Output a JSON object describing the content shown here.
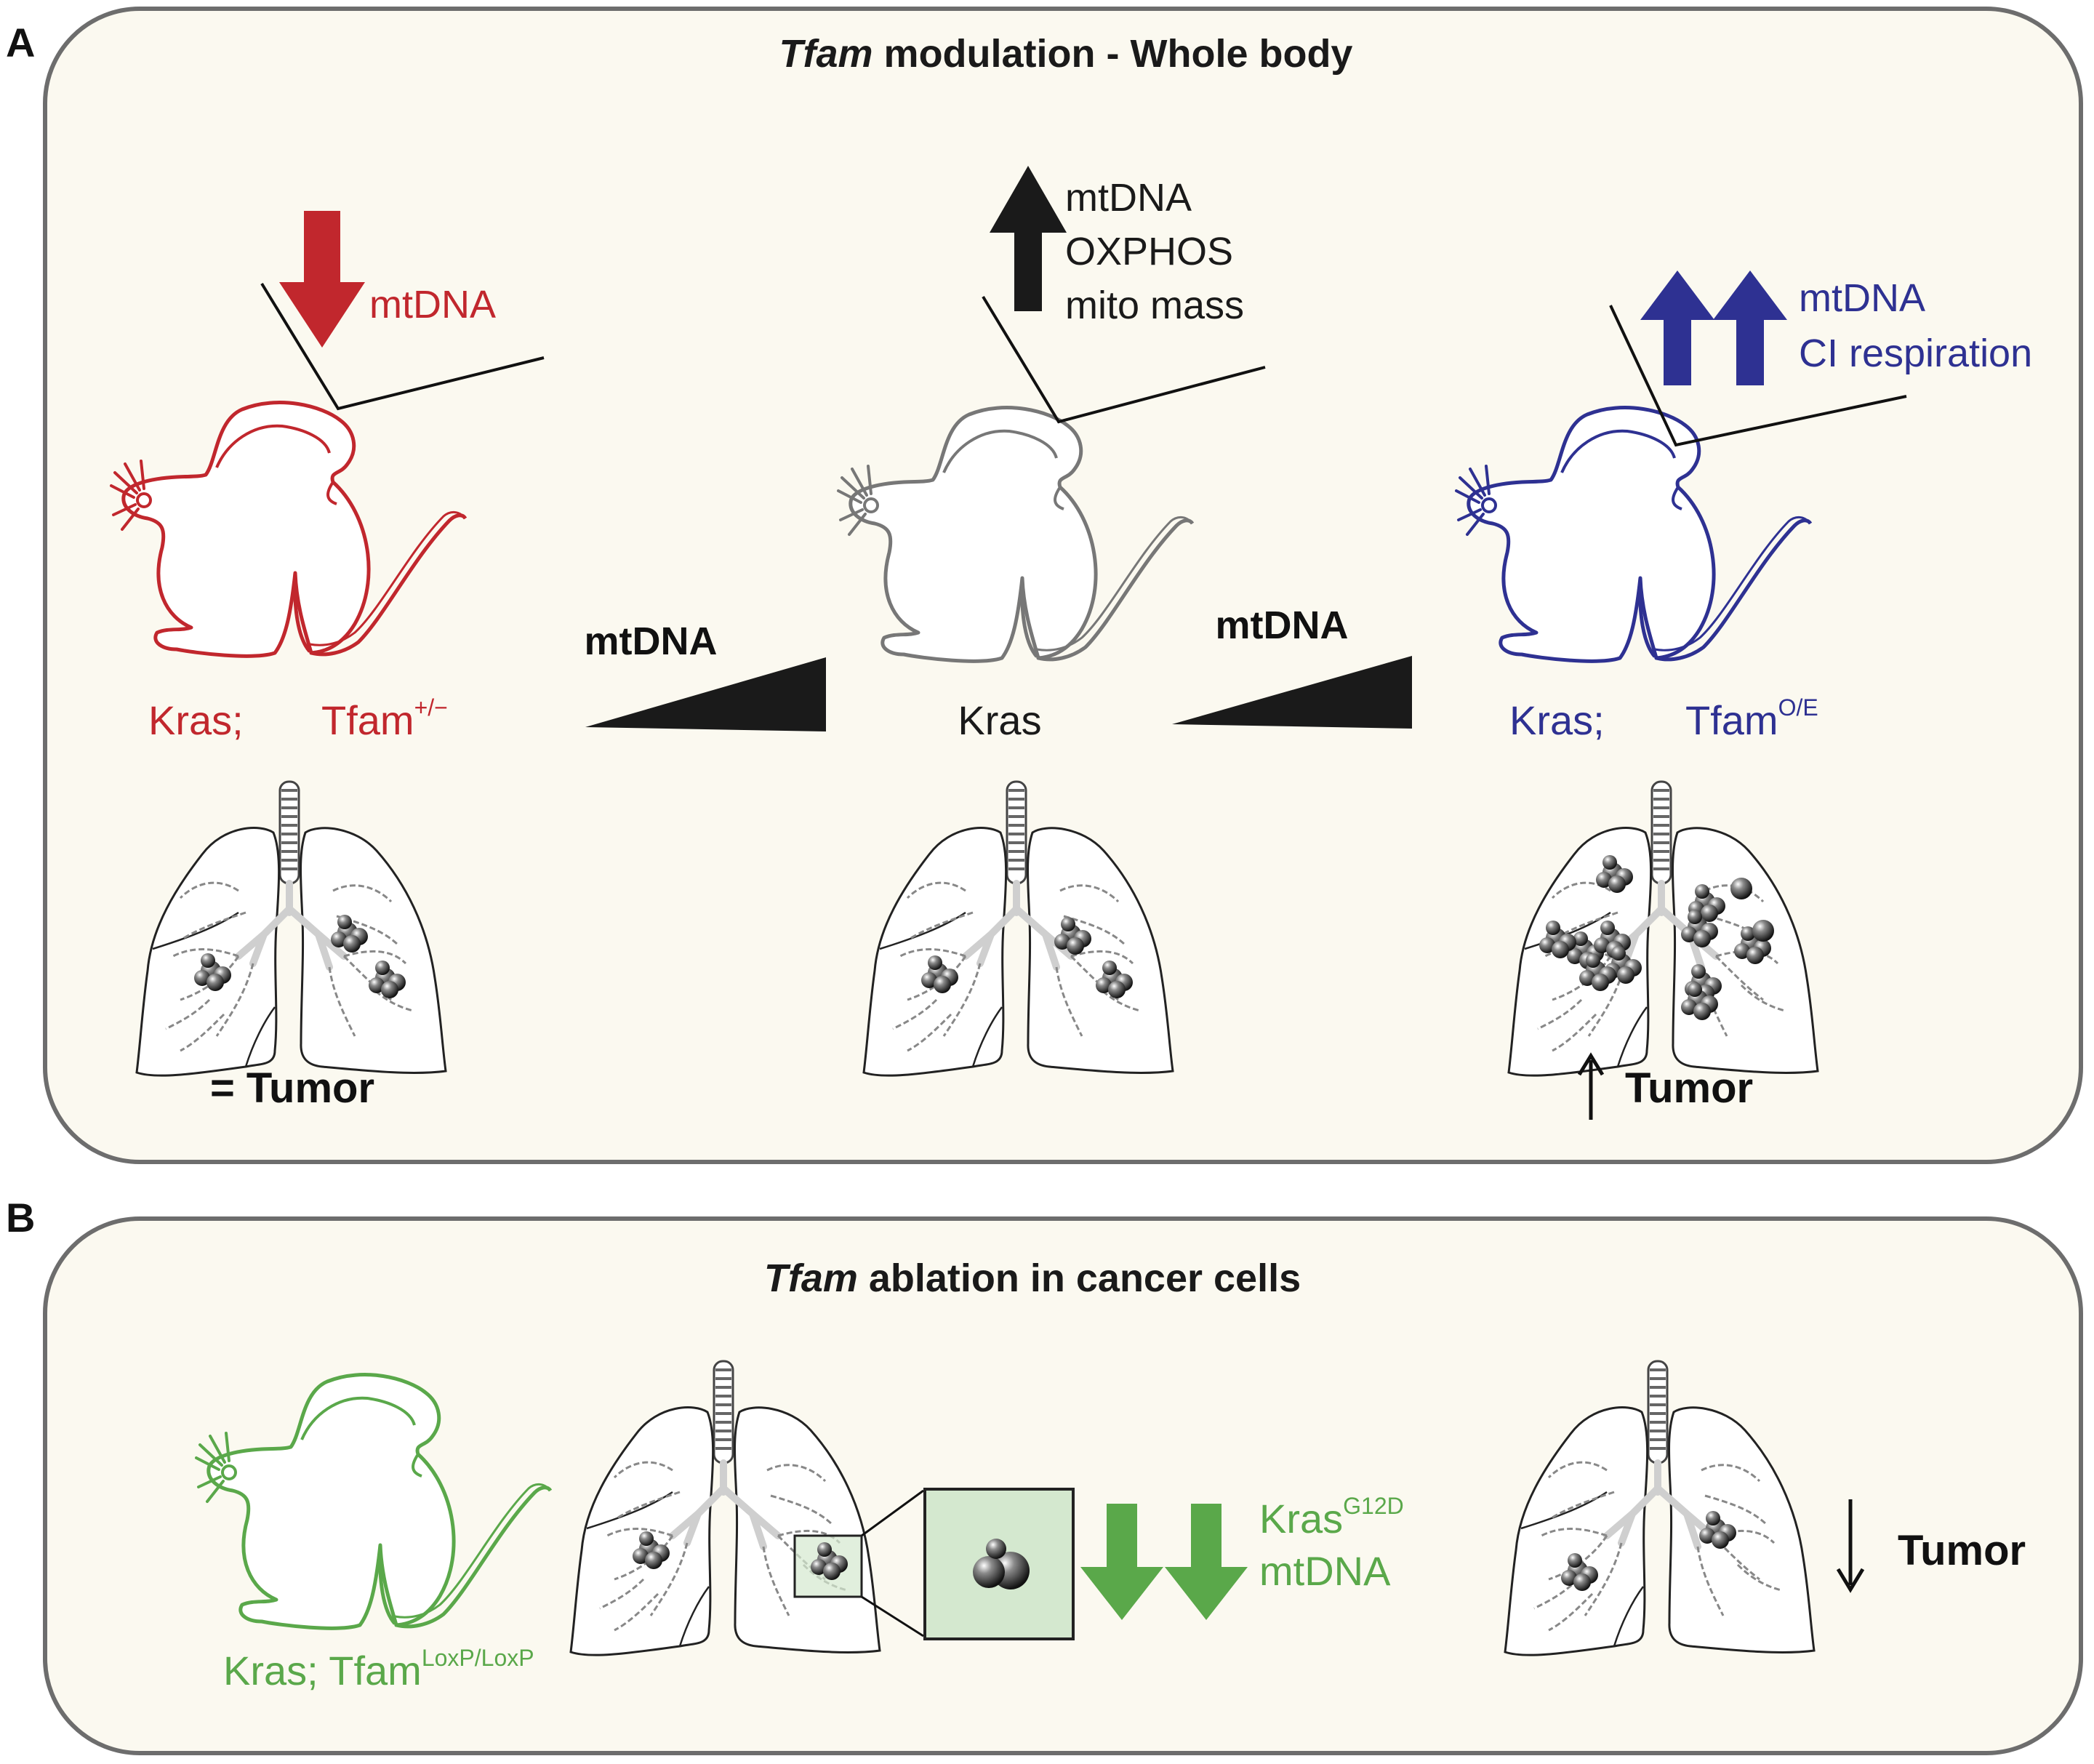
{
  "panelA": {
    "letter": "A",
    "title_italic": "Tfam",
    "title_rest": " modulation - Whole body",
    "colors": {
      "red": "#c1272d",
      "gray": "#777777",
      "blue": "#2e3192",
      "panel_bg": "#fbf9f0",
      "panel_border": "#6d6d6d"
    },
    "left": {
      "effect_label": "mtDNA",
      "genotype_1": "Kras;",
      "genotype_2": "Tfam",
      "genotype_2_sup": "+/−",
      "tumor_label": "= Tumor"
    },
    "center": {
      "effect_lines": [
        "mtDNA",
        "OXPHOS",
        "mito mass"
      ],
      "genotype": "Kras"
    },
    "right": {
      "effect_lines": [
        "mtDNA",
        "CI respiration"
      ],
      "genotype_1": "Kras;",
      "genotype_2": "Tfam",
      "genotype_2_sup": "O/E",
      "tumor_label": "Tumor"
    },
    "gradient_label_1": "mtDNA",
    "gradient_label_2": "mtDNA"
  },
  "panelB": {
    "letter": "B",
    "title_italic": "Tfam",
    "title_rest": " ablation in cancer cells",
    "color": "#5aa84a",
    "genotype_1": "Kras; Tfam",
    "genotype_1_sup": "LoxP/LoxP",
    "effect_line_1": "Kras",
    "effect_line_1_sup": "G12D",
    "effect_line_2": "mtDNA",
    "tumor_label": "Tumor"
  }
}
